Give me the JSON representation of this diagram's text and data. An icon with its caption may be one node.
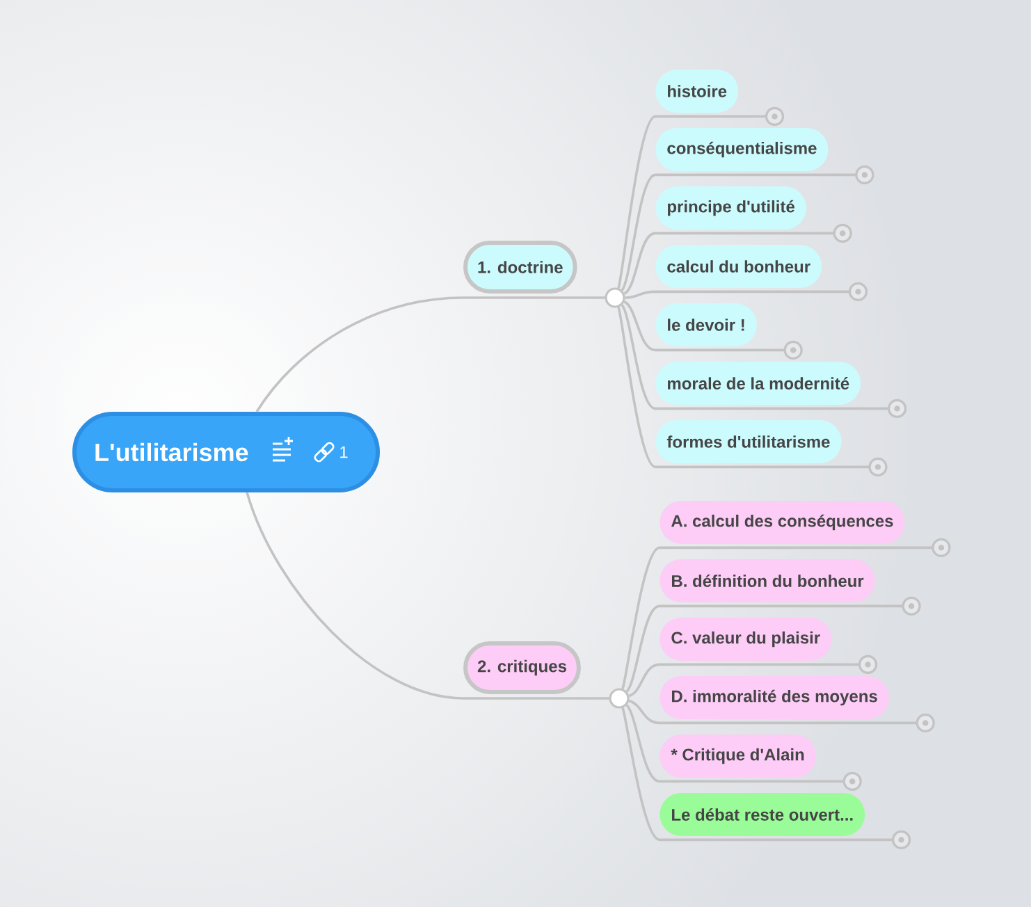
{
  "diagram": {
    "nodes": [
      {
        "text": [
          "L'utilitarisme",
          "1"
        ]
      },
      {
        "text": [
          "1. doctrine"
        ]
      },
      {
        "text": [
          "histoire"
        ]
      },
      {
        "text": [
          "conséquentialisme"
        ]
      },
      {
        "text": [
          "principe d'utilité"
        ]
      },
      {
        "text": [
          "calcul du bonheur"
        ]
      },
      {
        "text": [
          "le devoir !"
        ]
      },
      {
        "text": [
          "morale de la modernité"
        ]
      },
      {
        "text": [
          "formes d'utilitarisme"
        ]
      },
      {
        "text": [
          "2. critiques"
        ]
      },
      {
        "text": [
          "A. calcul des conséquences"
        ]
      },
      {
        "text": [
          "B. définition du bonheur"
        ]
      },
      {
        "text": [
          "C. valeur du plaisir"
        ]
      },
      {
        "text": [
          "D. immoralité des moyens"
        ]
      },
      {
        "text": [
          "* Critique d'Alain"
        ]
      },
      {
        "text": [
          "Le débat reste ouvert..."
        ]
      }
    ],
    "edges": [
      {
        "from": 0,
        "to": 1,
        "arrow": "none"
      },
      {
        "from": 1,
        "to": 2,
        "arrow": "none"
      },
      {
        "from": 1,
        "to": 3,
        "arrow": "none"
      },
      {
        "from": 1,
        "to": 4,
        "arrow": "none"
      },
      {
        "from": 1,
        "to": 5,
        "arrow": "none"
      },
      {
        "from": 1,
        "to": 6,
        "arrow": "none"
      },
      {
        "from": 1,
        "to": 7,
        "arrow": "none"
      },
      {
        "from": 1,
        "to": 8,
        "arrow": "none"
      },
      {
        "from": 0,
        "to": 9,
        "arrow": "none"
      },
      {
        "from": 9,
        "to": 10,
        "arrow": "none"
      },
      {
        "from": 9,
        "to": 11,
        "arrow": "none"
      },
      {
        "from": 9,
        "to": 12,
        "arrow": "none"
      },
      {
        "from": 9,
        "to": 13,
        "arrow": "none"
      },
      {
        "from": 9,
        "to": 14,
        "arrow": "none"
      },
      {
        "from": 9,
        "to": 15,
        "arrow": "none"
      }
    ]
  }
}
